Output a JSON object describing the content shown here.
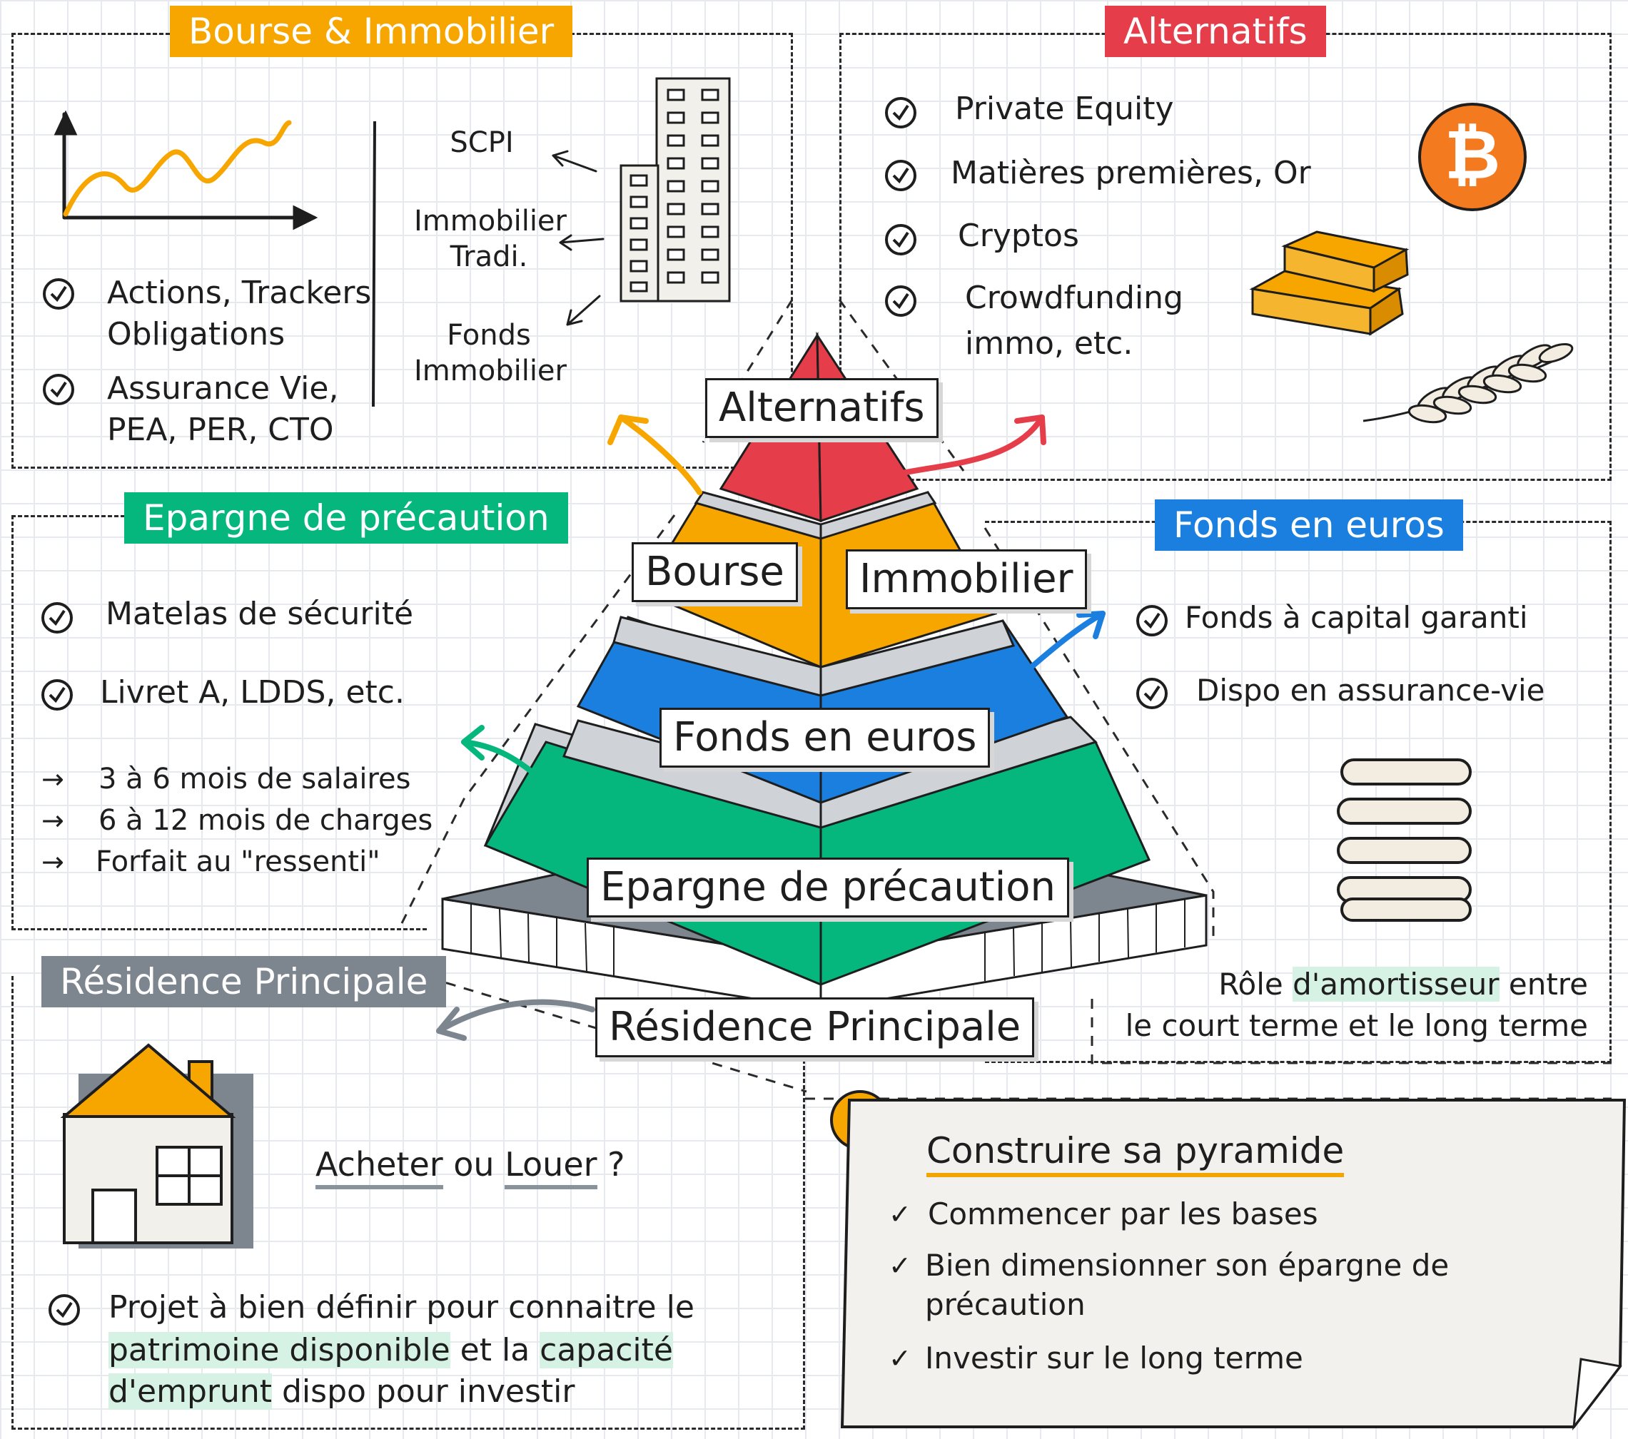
{
  "colors": {
    "orange": "#f7a600",
    "red": "#e63d4a",
    "green": "#06b77d",
    "blue": "#1b7fe0",
    "gray": "#7d858f",
    "light_gray": "#cfd3d8",
    "dark": "#1e1e1e"
  },
  "bourse_immo": {
    "tag": "Bourse & Immobilier",
    "items": [
      "Actions, Trackers\nObligations",
      "Assurance Vie,\nPEA, PER, CTO"
    ],
    "immo_labels": [
      "SCPI",
      "Immobilier\nTradi.",
      "Fonds\nImmobilier"
    ]
  },
  "alternatifs": {
    "tag": "Alternatifs",
    "items": [
      "Private Equity",
      "Matières premières, Or",
      "Cryptos",
      "Crowdfunding\nimmo, etc."
    ],
    "icons": [
      "bitcoin-icon",
      "gold-bars-icon",
      "wheat-icon"
    ]
  },
  "epargne": {
    "tag": "Epargne de précaution",
    "items": [
      "Matelas de sécurité",
      "Livret A, LDDS, etc."
    ],
    "arrows": [
      "3 à 6 mois de salaires",
      "6 à 12 mois de charges",
      "Forfait au \"ressenti\""
    ]
  },
  "fonds": {
    "tag": "Fonds en euros",
    "items": [
      "Fonds à capital garanti",
      "Dispo en assurance-vie"
    ],
    "role_prefix": "Rôle ",
    "role_highlight": "d'amortisseur",
    "role_suffix": " entre",
    "role_line2": "le court terme et le long terme"
  },
  "residence": {
    "tag": "Résidence Principale",
    "question": {
      "acheter": "Acheter",
      "ou": " ou ",
      "louer": "Louer",
      "mark": " ?"
    },
    "projet": {
      "p1": "Projet à bien définir pour connaitre le",
      "hl1": "patrimoine disponible",
      "mid": " et la ",
      "hl2": "capacité",
      "hl3": "d'emprunt",
      "end": " dispo pour investir"
    }
  },
  "pyramid": {
    "levels": [
      "Alternatifs",
      "Bourse",
      "Immobilier",
      "Fonds en euros",
      "Epargne de précaution",
      "Résidence Principale"
    ]
  },
  "note": {
    "title": "Construire sa pyramide",
    "items": [
      "Commencer par les bases",
      "Bien dimensionner son épargne de\nprécaution",
      "Investir sur le long terme"
    ]
  }
}
